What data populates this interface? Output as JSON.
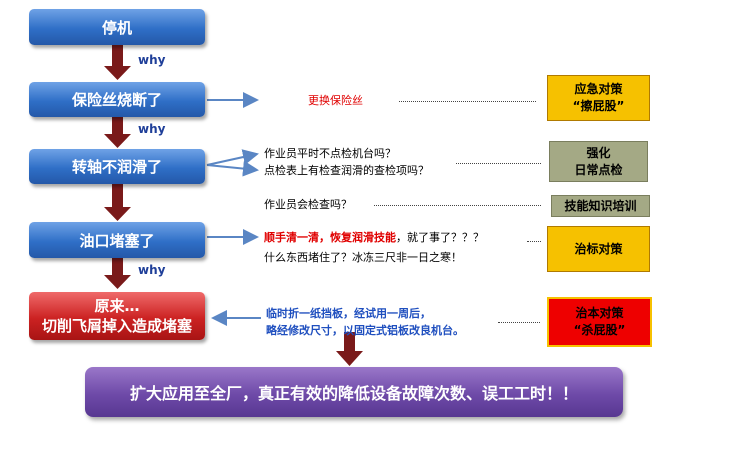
{
  "steps": [
    "停机",
    "保险丝烧断了",
    "转轴不润滑了",
    "油口堵塞了"
  ],
  "root_cause": {
    "line1": "原来…",
    "line2": "切削飞屑掉入造成堵塞"
  },
  "why_label": "why",
  "notes": {
    "fuse": "更换保险丝",
    "shaft_line1": "作业员平时不点检机台吗？",
    "shaft_line2": "点检表上有检查润滑的查检项吗？",
    "check": "作业员会检查吗？",
    "oil_red": "顺手清一清，恢复润滑技能",
    "oil_black": "，就了事了？？？",
    "oil_line2": "什么东西堵住了？冰冻三尺非一日之寒！",
    "root_line1": "临时折一纸挡板，经试用一周后，",
    "root_line2": "略经修改尺寸，以固定式铝板改良机台。"
  },
  "boxes": {
    "emergency_line1": "应急对策",
    "emergency_line2": "“擦屁股”",
    "strengthen_line1": "强化",
    "strengthen_line2": "日常点检",
    "training": "技能知识培训",
    "symptom": "治标对策",
    "root_line1": "治本对策",
    "root_line2": "“杀屁股”"
  },
  "final": "扩大应用至全厂，真正有效的降低设备故障次数、误工工时！！",
  "colors": {
    "step_blue": "#2f6fc7",
    "root_red": "#cc2222",
    "arrow_brown": "#7a1a1a",
    "box_gold": "#f6c100",
    "box_olive": "#a4a985",
    "box_red": "#ee0000",
    "final_purple": "#6e4aa8",
    "note_red": "#e00000",
    "note_blue": "#1f4fbf"
  }
}
